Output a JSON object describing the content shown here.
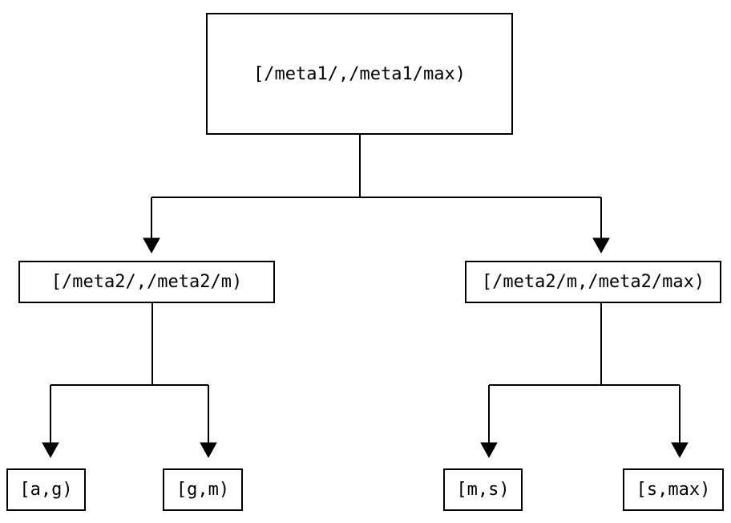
{
  "diagram": {
    "type": "tree",
    "colors": {
      "background": "#ffffff",
      "line": "#000000",
      "box_border": "#000000",
      "text": "#000000"
    },
    "nodes": {
      "root": {
        "label": "[/meta1/,/meta1/max)"
      },
      "left": {
        "label": "[/meta2/,/meta2/m)"
      },
      "right": {
        "label": "[/meta2/m,/meta2/max)"
      },
      "leaf_ag": {
        "label": "[a,g)"
      },
      "leaf_gm": {
        "label": "[g,m)"
      },
      "leaf_ms": {
        "label": "[m,s)"
      },
      "leaf_smax": {
        "label": "[s,max)"
      }
    },
    "edges": [
      {
        "from": "[/meta1/,/meta1/max)",
        "to": "[/meta2/,/meta2/m)"
      },
      {
        "from": "[/meta1/,/meta1/max)",
        "to": "[/meta2/m,/meta2/max)"
      },
      {
        "from": "[/meta2/,/meta2/m)",
        "to": "[a,g)"
      },
      {
        "from": "[/meta2/,/meta2/m)",
        "to": "[g,m)"
      },
      {
        "from": "[/meta2/m,/meta2/max)",
        "to": "[m,s)"
      },
      {
        "from": "[/meta2/m,/meta2/max)",
        "to": "[s,max)"
      }
    ]
  }
}
